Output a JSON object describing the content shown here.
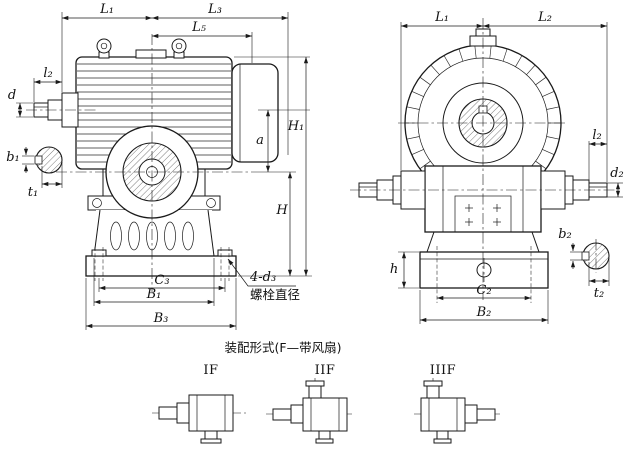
{
  "drawing": {
    "assembly_caption": "装配形式(F—带风扇)",
    "bolt_callout_top": "4-d₃",
    "bolt_callout_bottom": "螺栓直径"
  },
  "left_view": {
    "dims": {
      "L1": "L₁",
      "L3": "L₃",
      "L5": "L₅",
      "l2": "l₂",
      "d": "d",
      "b1": "b₁",
      "t1": "t₁",
      "a": "a",
      "H1": "H₁",
      "H": "H",
      "C3": "C₃",
      "B1": "B₁",
      "B3": "B₃"
    }
  },
  "right_view": {
    "dims": {
      "L1": "L₁",
      "L2": "L₂",
      "l2": "l₂",
      "d2": "d₂",
      "b2": "b₂",
      "t2": "t₂",
      "h": "h",
      "C2": "C₂",
      "B2": "B₂"
    }
  },
  "assembly_forms": [
    {
      "label": "IF"
    },
    {
      "label": "IIF"
    },
    {
      "label": "IIIF"
    }
  ]
}
